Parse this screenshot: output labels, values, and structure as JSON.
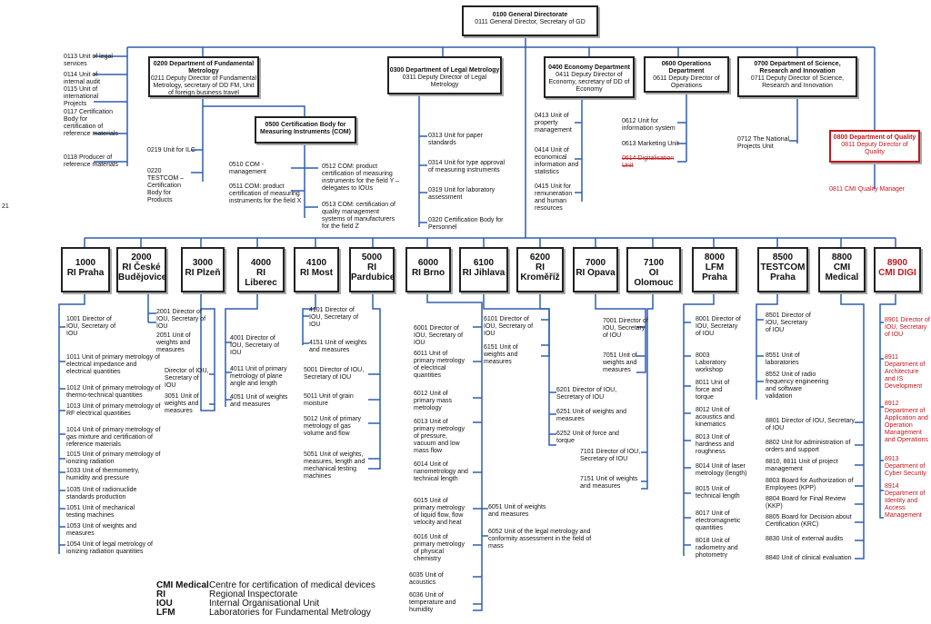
{
  "top": {
    "h": "0100 General Directorate",
    "s": "0111 General Director, Secretary of GD"
  },
  "left_units": [
    "0113 Unit of legal services",
    "0114 Unit of internal audit",
    "0115 Unit of international Projects",
    "0117 Certification Body for certification of reference materials",
    "0118 Producer of reference materials"
  ],
  "d0200": {
    "h": "0200 Department of Fundamental Metrology",
    "s": "0211 Deputy Director of Fundamental Metrology, secretary of DD FM, Unit of foreign business travel",
    "u1": "0219 Unit for ILC",
    "u2": "0220 TESTCOM – Certification Body for Products"
  },
  "d0500": {
    "h": "0500 Certification Body for Measuring Instruments (COM)",
    "u1": "0510 COM - management",
    "u2": "0511 COM: product certification of measuring instruments for the field X",
    "u3": "0512 COM: product certification of measuring instruments for the field Y – delegates to IOUs",
    "u4": "0513 COM: certification of quality management systems of manufacturers for the field Z"
  },
  "d0300": {
    "h": "0300 Department of Legal Metrology",
    "s": "0311 Deputy Director of Legal Metrology",
    "units": [
      "0313 Unit for paper standards",
      "0314 Unit for type approval of measuring instruments",
      "0319 Unit for laboratory assessment",
      "0320 Certification Body for Personnel"
    ]
  },
  "d0400": {
    "h": "0400 Economy Department",
    "s": "0411 Deputy Director of Economy, secretary of DD of Economy",
    "units": [
      "0413 Unit of property management",
      "0414 Unit of economical information and statistics",
      "0415 Unit for remuneration and human resources"
    ]
  },
  "d0600": {
    "h": "0600 Operations Department",
    "s": "0611 Deputy Director of Operations",
    "u1": "0612 Unit for information system",
    "u2": "0613 Marketing Unit",
    "u3": "0614 Digitalisation Unit"
  },
  "d0700": {
    "h": "0700 Department of Science, Research and Innovation",
    "s": "0711 Deputy Director of Science, Research and Innovation",
    "u1": "0712 The National Projects Unit"
  },
  "d0800": {
    "h": "0800 Department of Quality",
    "s": "0811 Deputy Director of Quality",
    "u1": "0811  CMI Quality Manager"
  },
  "side_number": "21",
  "ri": [
    {
      "code": "1000",
      "name": "RI Praha"
    },
    {
      "code": "2000",
      "name": "RI České Budějovice"
    },
    {
      "code": "3000",
      "name": "RI Plzeň"
    },
    {
      "code": "4000",
      "name": "RI Liberec"
    },
    {
      "code": "4100",
      "name": "RI Most"
    },
    {
      "code": "5000",
      "name": "RI Pardubice"
    },
    {
      "code": "6000",
      "name": "RI Brno"
    },
    {
      "code": "6100",
      "name": "RI Jihlava"
    },
    {
      "code": "6200",
      "name": "RI Kroměříž"
    },
    {
      "code": "7000",
      "name": "RI Opava"
    },
    {
      "code": "7100",
      "name": "OI Olomouc"
    },
    {
      "code": "8000",
      "name": "LFM Praha"
    },
    {
      "code": "8500",
      "name": "TESTCOM Praha"
    },
    {
      "code": "8800",
      "name": "CMI Medical"
    },
    {
      "code": "8900",
      "name": "CMI DIGI"
    }
  ],
  "u1000": [
    "1001 Director of IOU, Secretary of IOU",
    "1011 Unit of primary metrology of electrical impedance and electrical quantities",
    "1012 Unit of primary metrology of thermo-technical quantities",
    "1013 Unit of primary metrology of RF electrical quantities",
    "1014 Unit of primary metrology of gas mixture and certification of reference materials",
    "1015 Unit of primary metrology of ionizing radiation",
    "1033 Unit of thermometry, humidity and pressure",
    "1035 Unit of radionuclide standards production",
    "1051 Unit of mechanical testing machines",
    "1053 Unit of weights and measures",
    "1054 Unit of legal metrology of ionizing radiation quantities"
  ],
  "u2000": [
    "2001 Director of IOU, Secretary of IOU",
    "2051 Unit of weights and measures"
  ],
  "u3000": [
    "Director of IOU, Secretary of IOU",
    "3051 Unit of weights and measures"
  ],
  "u4000": [
    "4001 Director of IOU, Secretary of IOU",
    "4011 Unit of primary metrology of plane angle and length",
    "4051 Unit of weights and measures"
  ],
  "u4100": [
    "4101 Director of IOU, Secretary of IOU",
    "4151 Unit of weights and measures"
  ],
  "u5000": [
    "5001 Director of IOU, Secretary of IOU",
    "5011 Unit of grain moisture",
    "5012 Unit of primary metrology of gas volume and flow",
    "5051 Unit of weights, measures, length and mechanical testing machines"
  ],
  "u6000": [
    "6001 Director of IOU, Secretary of IOU",
    "6011 Unit of primary metrology of electrical quantities",
    "6012 Unit of primary mass metrology",
    "6013 Unit of primary metrology of pressure, vacuum and low mass flow",
    "6014 Unit of nanometrology and technical length",
    "6015 Unit of primary metrology of liquid flow, flow velocity and heat",
    "6016 Unit of primary metrology of physical chemistry",
    "6035 Unit of acoustics",
    "6036 Unit of temperature and humidity"
  ],
  "u6100": [
    "6101 Director of IOU, Secretary of IOU",
    "6151 Unit of weights and measures",
    "6051 Unit of weights and measures",
    "6052 Unit of the legal metrology and conformity assessment in the field of mass"
  ],
  "u6200": [
    "6201 Director of IOU, Secretary of IOU",
    "6251 Unit of weights and measures",
    "6252 Unit of force and torque"
  ],
  "u7000": [
    "7001 Director of IOU, Secretary of IOU",
    "7051 Unit of weights and measures"
  ],
  "u7100": [
    "7101 Director of IOU, Secretary of IOU",
    "7151 Unit of weights and measures"
  ],
  "u8000": [
    "8001 Director of IOU, Secretary of IOU",
    "8003 Laboratory workshop",
    "8011 Unit of force and torque",
    "8012 Unit of acoustics and kinematics",
    "8013 Unit of hardness and roughness",
    "8014 Unit of laser metrology (length)",
    "8015 Unit of technical length",
    "8017 Unit of electromagnetic quantities",
    "8018 Unit of radiometry and photometry"
  ],
  "u8500": [
    "8501 Director of IOU, Secretary of IOU",
    "8551 Unit of laboratories",
    "8552 Unit of radio frequency engineering and software validation"
  ],
  "u8800": [
    "8801 Director of IOU, Secretary of IOU",
    "8802 Unit for administration of orders and support",
    "8810, 8811 Unit of project management",
    "8803 Board for Authorization of Employees (KPP)",
    "8804 Board for Final Review (KKP)",
    "8805 Board for Decision about Certification (KRC)",
    "8830 Unit of external audits",
    "8840 Unit of clinical evaluation"
  ],
  "u8900": [
    "8901 Director of IOU, Secretary of IOU",
    "8911 Department of Architecture and IS Development",
    "8912 Department of Application and Operation Management and Operations",
    "8913 Department of Cyber Security",
    "8914 Department of Identity and Access Management"
  ],
  "legend": [
    {
      "abbr": "CMI Medical",
      "desc": "Centre for certification of medical devices"
    },
    {
      "abbr": "RI",
      "desc": "Regional Inspectorate"
    },
    {
      "abbr": "IOU",
      "desc": "Internal Organisational Unit"
    },
    {
      "abbr": "LFM",
      "desc": "Laboratories for Fundamental Metrology"
    }
  ],
  "colors": {
    "line": "#2f5fb0",
    "red": "#c4171d"
  }
}
